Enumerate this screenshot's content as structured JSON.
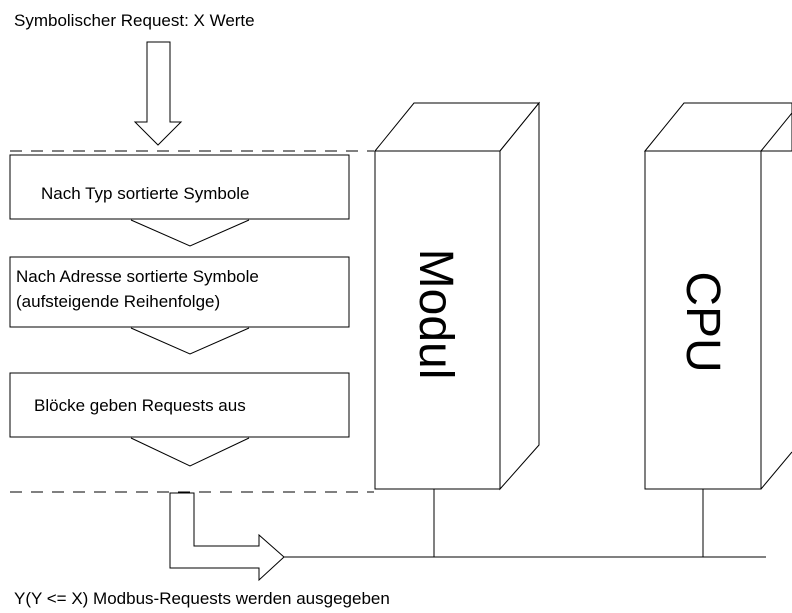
{
  "diagram": {
    "top_label": "Symbolischer Request: X Werte",
    "bottom_label": "Y(Y  <= X)  Modbus-Requests  werden  ausgegeben",
    "steps": [
      {
        "line1": "Nach Typ sortierte Symbole"
      },
      {
        "line1": "Nach Adresse sortierte Symbole",
        "line2": "(aufsteigende   Reihenfolge)"
      },
      {
        "line1": "Blöcke geben Requests aus"
      }
    ],
    "devices": [
      {
        "label": "Modul"
      },
      {
        "label": "CPU"
      }
    ]
  }
}
